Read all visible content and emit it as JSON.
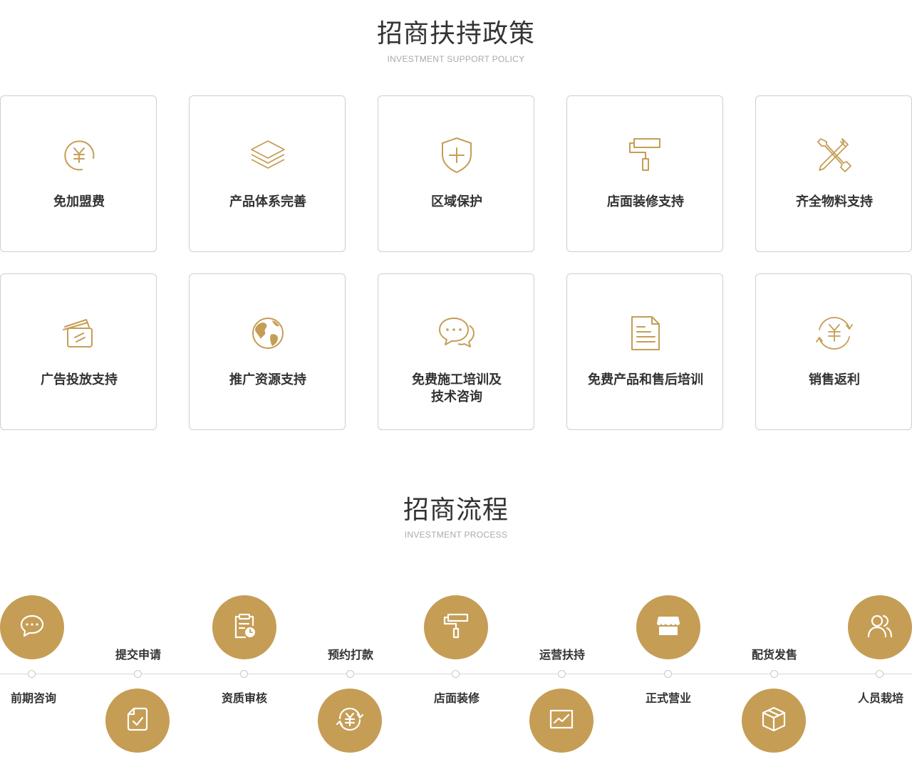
{
  "theme": {
    "accent": "#c59d55",
    "border": "#cfcfcf",
    "text": "#333333",
    "subtext": "#aaaaaa"
  },
  "policy": {
    "title": "招商扶持政策",
    "subtitle": "INVESTMENT SUPPORT POLICY",
    "cards": [
      {
        "label": "免加盟费",
        "icon": "yuan-circle-icon"
      },
      {
        "label": "产品体系完善",
        "icon": "layers-icon"
      },
      {
        "label": "区域保护",
        "icon": "shield-plus-icon"
      },
      {
        "label": "店面装修支持",
        "icon": "paint-roller-icon"
      },
      {
        "label": "齐全物料支持",
        "icon": "tools-icon"
      },
      {
        "label": "广告投放支持",
        "icon": "cards-icon"
      },
      {
        "label": "推广资源支持",
        "icon": "globe-icon"
      },
      {
        "label": "免费施工培训及技术咨询",
        "icon": "chat-bubbles-icon"
      },
      {
        "label": "免费产品和售后培训",
        "icon": "document-icon"
      },
      {
        "label": "销售返利",
        "icon": "yuan-cycle-icon"
      }
    ]
  },
  "process": {
    "title": "招商流程",
    "subtitle": "INVESTMENT PROCESS",
    "steps": [
      {
        "label": "前期咨询",
        "icon": "chat-icon"
      },
      {
        "label": "提交申请",
        "icon": "checklist-icon"
      },
      {
        "label": "资质审核",
        "icon": "clipboard-clock-icon"
      },
      {
        "label": "预约打款",
        "icon": "yuan-refresh-icon"
      },
      {
        "label": "店面装修",
        "icon": "paint-roller-icon"
      },
      {
        "label": "运营扶持",
        "icon": "chart-icon"
      },
      {
        "label": "正式营业",
        "icon": "storefront-icon"
      },
      {
        "label": "配货发售",
        "icon": "box-icon"
      },
      {
        "label": "人员栽培",
        "icon": "users-icon"
      }
    ]
  }
}
